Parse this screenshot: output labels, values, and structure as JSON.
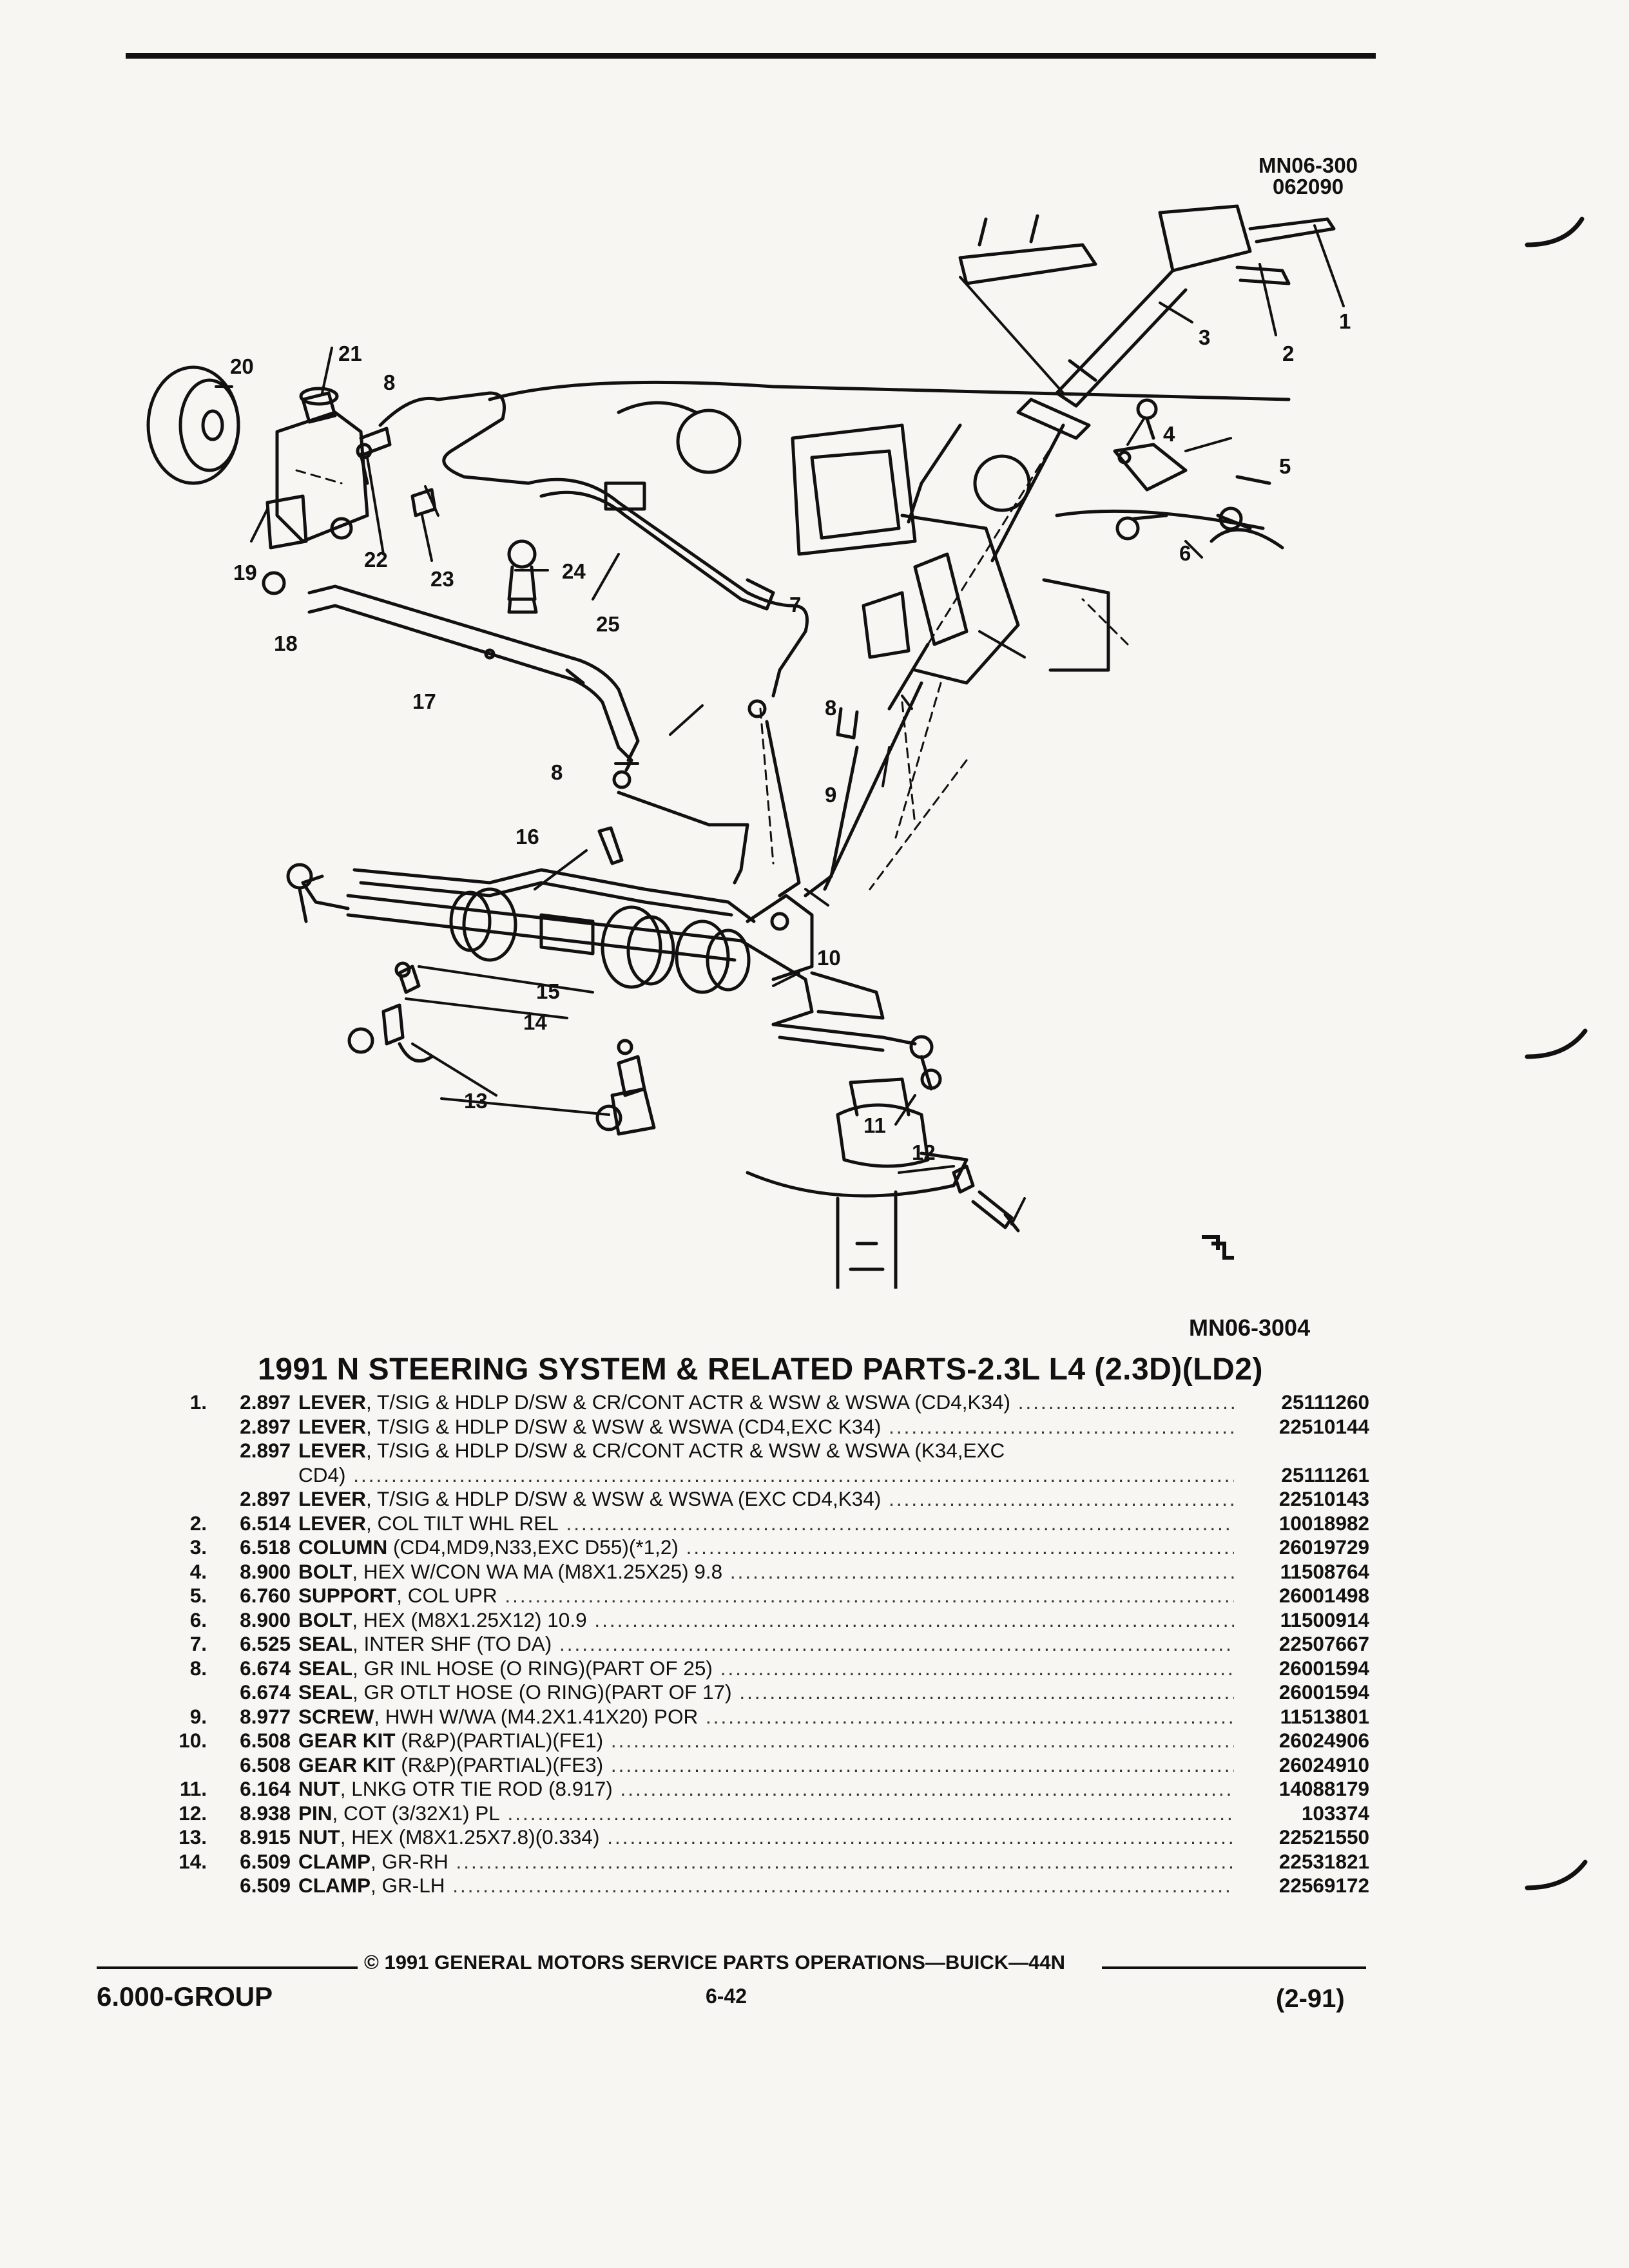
{
  "header": {
    "ref_code_line1": "MN06-300",
    "ref_code_line2": "062090"
  },
  "figure": {
    "callouts": [
      "1",
      "2",
      "3",
      "4",
      "5",
      "6",
      "7",
      "8",
      "9",
      "10",
      "11",
      "12",
      "13",
      "14",
      "15",
      "16",
      "17",
      "18",
      "19",
      "20",
      "21",
      "22",
      "23",
      "24",
      "25"
    ],
    "callout_8": "8",
    "bottom_ref": "MN06-3004"
  },
  "title": "1991 N STEERING SYSTEM & RELATED PARTS-2.3L L4 (2.3D)(LD2)",
  "parts": [
    {
      "num": "1.",
      "group": "2.897",
      "name": "LEVER",
      "desc": ", T/SIG & HDLP D/SW & CR/CONT ACTR & WSW & WSWA (CD4,K34)",
      "pn": "25111260"
    },
    {
      "num": "",
      "group": "2.897",
      "name": "LEVER",
      "desc": ", T/SIG & HDLP D/SW & WSW & WSWA (CD4,EXC K34)",
      "pn": "22510144"
    },
    {
      "num": "",
      "group": "2.897",
      "name": "LEVER",
      "desc": ", T/SIG & HDLP D/SW & CR/CONT ACTR & WSW & WSWA (K34,EXC",
      "pn": "",
      "cont": "CD4)",
      "cont_pn": "25111261"
    },
    {
      "num": "",
      "group": "2.897",
      "name": "LEVER",
      "desc": ", T/SIG & HDLP D/SW & WSW & WSWA (EXC CD4,K34)",
      "pn": "22510143"
    },
    {
      "num": "2.",
      "group": "6.514",
      "name": "LEVER",
      "desc": ", COL TILT WHL REL",
      "pn": "10018982"
    },
    {
      "num": "3.",
      "group": "6.518",
      "name": "COLUMN",
      "desc": " (CD4,MD9,N33,EXC D55)(*1,2)",
      "pn": "26019729"
    },
    {
      "num": "4.",
      "group": "8.900",
      "name": "BOLT",
      "desc": ", HEX W/CON WA MA (M8X1.25X25) 9.8",
      "pn": "11508764"
    },
    {
      "num": "5.",
      "group": "6.760",
      "name": "SUPPORT",
      "desc": ", COL UPR",
      "pn": "26001498"
    },
    {
      "num": "6.",
      "group": "8.900",
      "name": "BOLT",
      "desc": ", HEX (M8X1.25X12) 10.9",
      "pn": "11500914"
    },
    {
      "num": "7.",
      "group": "6.525",
      "name": "SEAL",
      "desc": ", INTER SHF (TO DA)",
      "pn": "22507667"
    },
    {
      "num": "8.",
      "group": "6.674",
      "name": "SEAL",
      "desc": ", GR INL HOSE (O RING)(PART OF 25)",
      "pn": "26001594"
    },
    {
      "num": "",
      "group": "6.674",
      "name": "SEAL",
      "desc": ", GR OTLT HOSE (O RING)(PART OF 17)",
      "pn": "26001594"
    },
    {
      "num": "9.",
      "group": "8.977",
      "name": "SCREW",
      "desc": ", HWH W/WA (M4.2X1.41X20) POR",
      "pn": "11513801"
    },
    {
      "num": "10.",
      "group": "6.508",
      "name": "GEAR KIT",
      "desc": " (R&P)(PARTIAL)(FE1)",
      "pn": "26024906"
    },
    {
      "num": "",
      "group": "6.508",
      "name": "GEAR KIT",
      "desc": " (R&P)(PARTIAL)(FE3)",
      "pn": "26024910"
    },
    {
      "num": "11.",
      "group": "6.164",
      "name": "NUT",
      "desc": ", LNKG OTR TIE ROD (8.917)",
      "pn": "14088179"
    },
    {
      "num": "12.",
      "group": "8.938",
      "name": "PIN",
      "desc": ", COT (3/32X1) PL",
      "pn": "103374"
    },
    {
      "num": "13.",
      "group": "8.915",
      "name": "NUT",
      "desc": ", HEX (M8X1.25X7.8)(0.334)",
      "pn": "22521550"
    },
    {
      "num": "14.",
      "group": "6.509",
      "name": "CLAMP",
      "desc": ", GR-RH",
      "pn": "22531821"
    },
    {
      "num": "",
      "group": "6.509",
      "name": "CLAMP",
      "desc": ", GR-LH",
      "pn": "22569172"
    }
  ],
  "footer": {
    "copyright": "© 1991 GENERAL MOTORS SERVICE PARTS OPERATIONS—BUICK—44N",
    "group": "6.000-GROUP",
    "page": "6-42",
    "date_code": "(2-91)"
  }
}
